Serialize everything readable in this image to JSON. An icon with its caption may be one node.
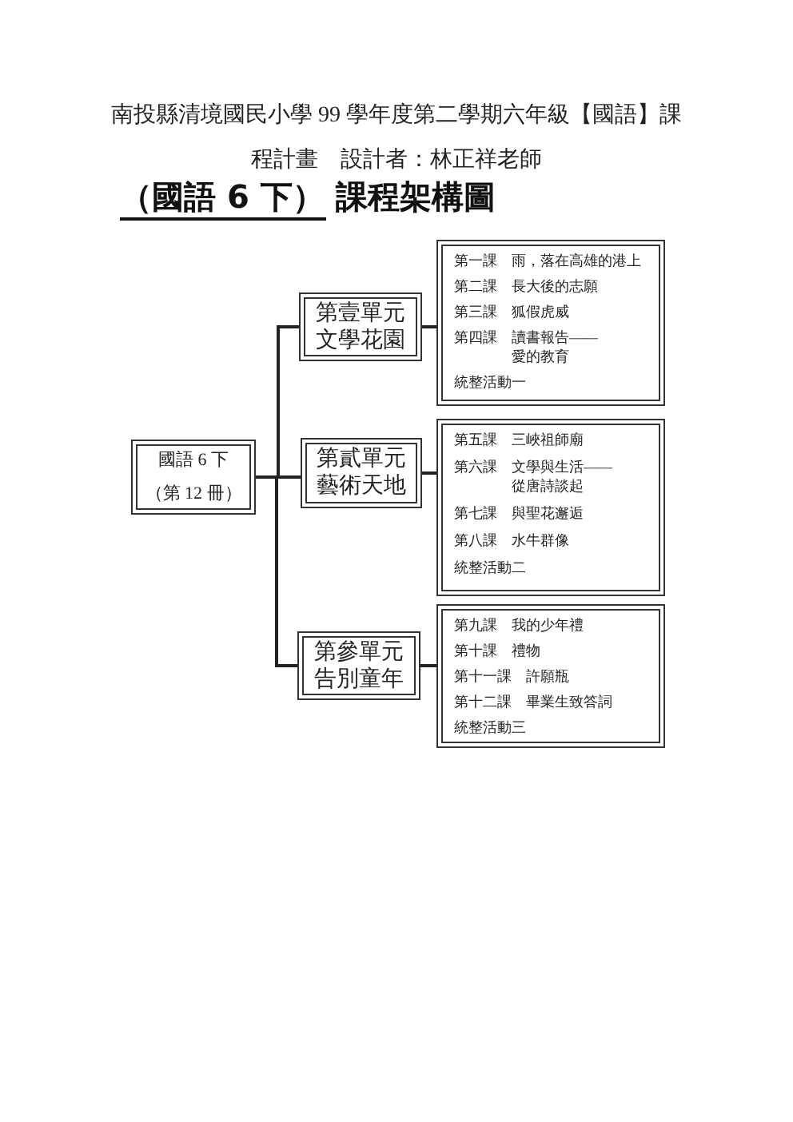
{
  "diagram": {
    "title": "（國語 6 下） 課程架構圖",
    "nodes": [
      {
        "text": [
          "國語 6 下",
          "（第 12 冊）"
        ]
      },
      {
        "text": [
          "第壹單元文學花園"
        ]
      },
      {
        "text": [
          "第貳單元藝術天地"
        ]
      },
      {
        "text": [
          "第參單元告別童年"
        ]
      },
      {
        "text": [
          "第一課　雨，落在高雄的港上",
          "第二課　長大後的志願",
          "第三課　狐假虎威",
          "第四課　讀書報告——愛的教育",
          "統整活動一"
        ]
      },
      {
        "text": [
          "第五課　三峽祖師廟",
          "第六課　文學與生活——從唐詩談起",
          "第七課　與聖花邂逅",
          "第八課　水牛群像",
          "統整活動二"
        ]
      },
      {
        "text": [
          "第九課　我的少年禮",
          "第十課　禮物",
          "第十一課　許願瓶",
          "第十二課　畢業生致答詞",
          "統整活動三"
        ]
      }
    ],
    "edges": [
      {
        "from": 0,
        "to": 1,
        "arrow": "none"
      },
      {
        "from": 0,
        "to": 2,
        "arrow": "none"
      },
      {
        "from": 0,
        "to": 3,
        "arrow": "none"
      },
      {
        "from": 1,
        "to": 4,
        "arrow": "none"
      },
      {
        "from": 2,
        "to": 5,
        "arrow": "none"
      },
      {
        "from": 3,
        "to": 6,
        "arrow": "none"
      }
    ],
    "labels": [
      "南投縣清境國民小學 99 學年度第二學期六年級【國語】課程計畫　設計者：林正祥老師"
    ]
  }
}
